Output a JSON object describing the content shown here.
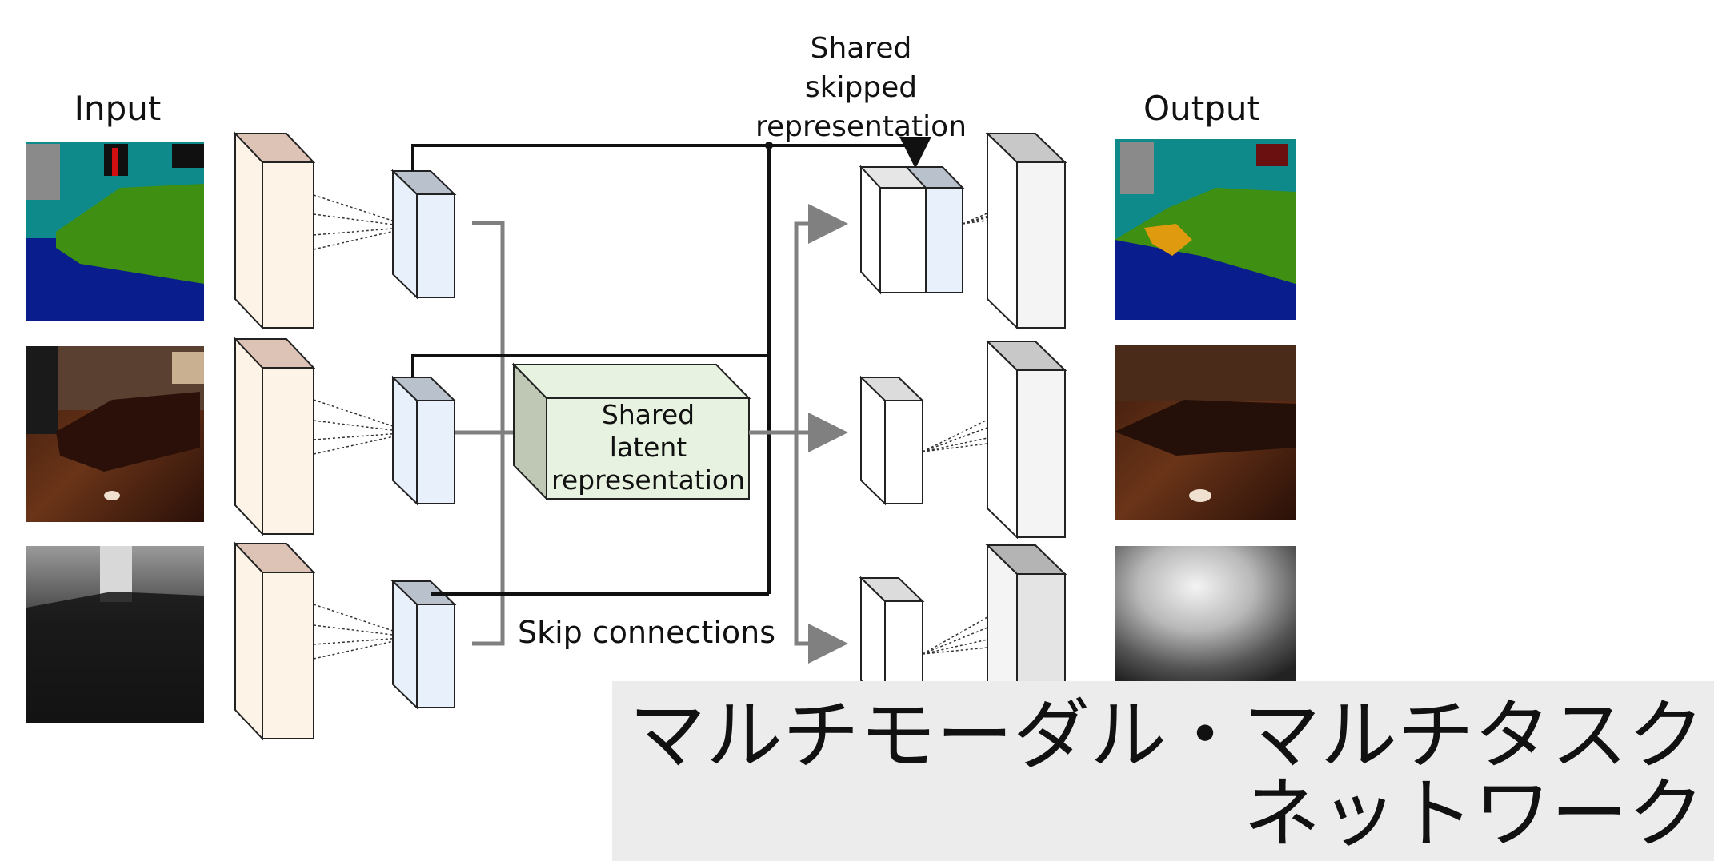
{
  "labels": {
    "input": "Input",
    "output": "Output",
    "shared_skipped": [
      "Shared",
      "skipped",
      "representation"
    ],
    "shared_latent": [
      "Shared",
      "latent",
      "representation"
    ],
    "skip_connections": "Skip connections"
  },
  "caption": {
    "line1": "マルチモーダル・マルチタスク",
    "line2": "ネットワーク"
  },
  "images": {
    "input": [
      "segmentation-map",
      "rgb-photo",
      "depth-map"
    ],
    "output": [
      "segmentation-map",
      "rgb-photo",
      "depth-map"
    ]
  },
  "colors": {
    "encoder_front": "#fdf3e6",
    "encoder_top": "#dcc3b5",
    "bottleneck_front": "#e8f0fb",
    "bottleneck_top": "#b8c1cc",
    "latent_front": "#e8f2e0",
    "latent_side": "#bfc8b5",
    "gray_arrow": "#808080",
    "skip_line": "#111111",
    "caption_bg": "#ececec"
  }
}
